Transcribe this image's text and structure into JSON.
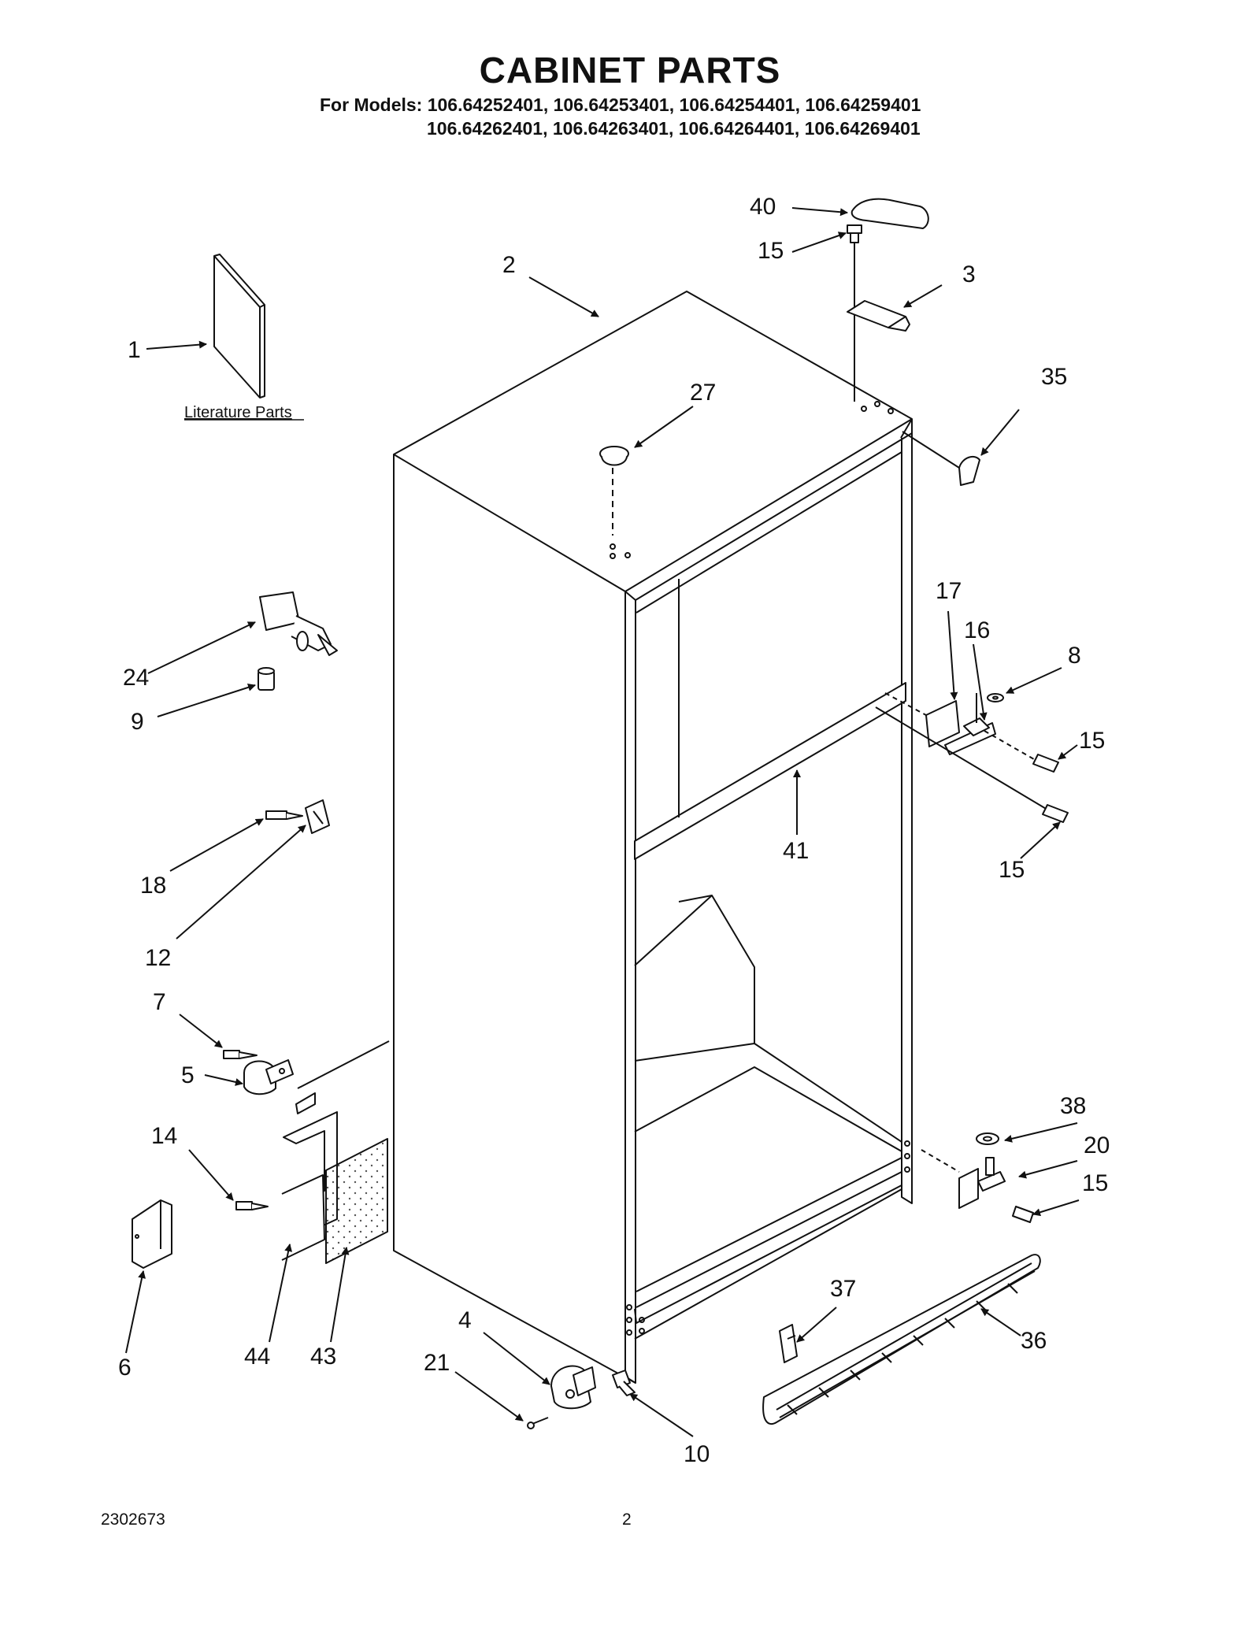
{
  "header": {
    "title": "CABINET PARTS",
    "models_line1": "For Models: 106.64252401, 106.64253401, 106.64254401, 106.64259401",
    "models_line2": "106.64262401, 106.64263401, 106.64264401, 106.64269401"
  },
  "diagram": {
    "literature_caption": "Literature Parts",
    "callouts": [
      {
        "id": "c1",
        "label": "1"
      },
      {
        "id": "c2",
        "label": "2"
      },
      {
        "id": "c3",
        "label": "3"
      },
      {
        "id": "c4",
        "label": "4"
      },
      {
        "id": "c5",
        "label": "5"
      },
      {
        "id": "c6",
        "label": "6"
      },
      {
        "id": "c7",
        "label": "7"
      },
      {
        "id": "c8",
        "label": "8"
      },
      {
        "id": "c9",
        "label": "9"
      },
      {
        "id": "c10",
        "label": "10"
      },
      {
        "id": "c12",
        "label": "12"
      },
      {
        "id": "c14",
        "label": "14"
      },
      {
        "id": "c15a",
        "label": "15"
      },
      {
        "id": "c15b",
        "label": "15"
      },
      {
        "id": "c15c",
        "label": "15"
      },
      {
        "id": "c15d",
        "label": "15"
      },
      {
        "id": "c16",
        "label": "16"
      },
      {
        "id": "c17",
        "label": "17"
      },
      {
        "id": "c18",
        "label": "18"
      },
      {
        "id": "c20",
        "label": "20"
      },
      {
        "id": "c21",
        "label": "21"
      },
      {
        "id": "c24",
        "label": "24"
      },
      {
        "id": "c27",
        "label": "27"
      },
      {
        "id": "c35",
        "label": "35"
      },
      {
        "id": "c36",
        "label": "36"
      },
      {
        "id": "c37",
        "label": "37"
      },
      {
        "id": "c38",
        "label": "38"
      },
      {
        "id": "c40",
        "label": "40"
      },
      {
        "id": "c41",
        "label": "41"
      },
      {
        "id": "c43",
        "label": "43"
      },
      {
        "id": "c44",
        "label": "44"
      }
    ]
  },
  "footer": {
    "doc_number": "2302673",
    "page_number": "2"
  }
}
